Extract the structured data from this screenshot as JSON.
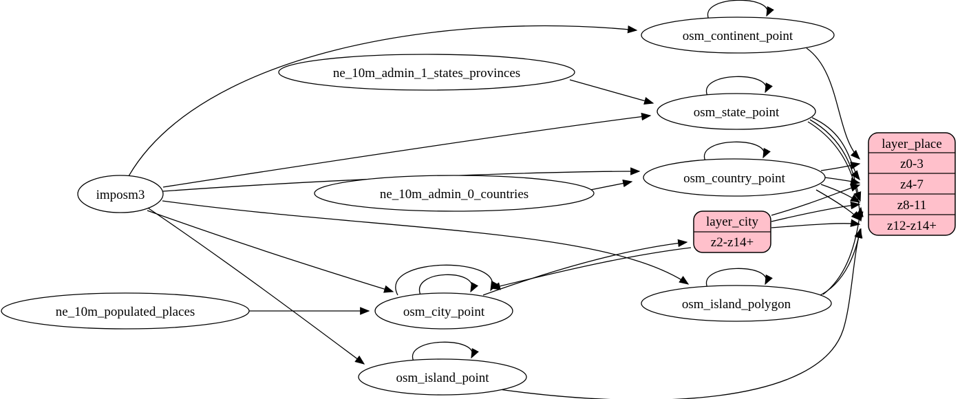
{
  "diagram": {
    "type": "etl-graph",
    "colors": {
      "background": "#ffffff",
      "node_fill": "#ffffff",
      "record_fill": "#ffc0cb",
      "stroke": "#000000"
    },
    "nodes": {
      "imposm3": {
        "label": "imposm3",
        "shape": "ellipse"
      },
      "ne_10m_admin_1_states_provinces": {
        "label": "ne_10m_admin_1_states_provinces",
        "shape": "ellipse"
      },
      "ne_10m_admin_0_countries": {
        "label": "ne_10m_admin_0_countries",
        "shape": "ellipse"
      },
      "ne_10m_populated_places": {
        "label": "ne_10m_populated_places",
        "shape": "ellipse"
      },
      "osm_continent_point": {
        "label": "osm_continent_point",
        "shape": "ellipse"
      },
      "osm_state_point": {
        "label": "osm_state_point",
        "shape": "ellipse"
      },
      "osm_country_point": {
        "label": "osm_country_point",
        "shape": "ellipse"
      },
      "osm_city_point": {
        "label": "osm_city_point",
        "shape": "ellipse"
      },
      "osm_island_polygon": {
        "label": "osm_island_polygon",
        "shape": "ellipse"
      },
      "osm_island_point": {
        "label": "osm_island_point",
        "shape": "ellipse"
      }
    },
    "records": {
      "layer_city": {
        "title": "layer_city",
        "rows": [
          "z2-z14+"
        ]
      },
      "layer_place": {
        "title": "layer_place",
        "rows": [
          "z0-3",
          "z4-7",
          "z8-11",
          "z12-z14+"
        ]
      }
    },
    "edges": [
      {
        "from": "imposm3",
        "to": "osm_continent_point"
      },
      {
        "from": "imposm3",
        "to": "osm_state_point"
      },
      {
        "from": "imposm3",
        "to": "osm_country_point"
      },
      {
        "from": "imposm3",
        "to": "osm_city_point"
      },
      {
        "from": "imposm3",
        "to": "osm_island_polygon"
      },
      {
        "from": "imposm3",
        "to": "osm_island_point"
      },
      {
        "from": "ne_10m_admin_1_states_provinces",
        "to": "osm_state_point"
      },
      {
        "from": "ne_10m_admin_0_countries",
        "to": "osm_country_point"
      },
      {
        "from": "ne_10m_populated_places",
        "to": "osm_city_point"
      },
      {
        "from": "osm_continent_point",
        "to": "osm_continent_point",
        "self_loop": true
      },
      {
        "from": "osm_state_point",
        "to": "osm_state_point",
        "self_loop": true
      },
      {
        "from": "osm_country_point",
        "to": "osm_country_point",
        "self_loop": true
      },
      {
        "from": "osm_city_point",
        "to": "osm_city_point",
        "self_loop": true
      },
      {
        "from": "osm_city_point",
        "to": "osm_city_point",
        "self_loop": true
      },
      {
        "from": "osm_island_polygon",
        "to": "osm_island_polygon",
        "self_loop": true
      },
      {
        "from": "osm_island_point",
        "to": "osm_island_point",
        "self_loop": true
      },
      {
        "from": "osm_continent_point",
        "to": "layer_place:z0-3"
      },
      {
        "from": "osm_country_point",
        "to": "layer_place:z0-3"
      },
      {
        "from": "osm_country_point",
        "to": "layer_place:z4-7"
      },
      {
        "from": "osm_country_point",
        "to": "layer_place:z8-11"
      },
      {
        "from": "osm_country_point",
        "to": "layer_place:z12-z14+"
      },
      {
        "from": "osm_state_point",
        "to": "layer_place:z4-7"
      },
      {
        "from": "osm_state_point",
        "to": "layer_place:z8-11"
      },
      {
        "from": "osm_state_point",
        "to": "layer_place:z12-z14+"
      },
      {
        "from": "osm_city_point",
        "to": "layer_city:z2-z14+"
      },
      {
        "from": "layer_city",
        "to": "osm_city_point"
      },
      {
        "from": "layer_city",
        "to": "layer_place:z4-7"
      },
      {
        "from": "layer_city",
        "to": "layer_place:z8-11"
      },
      {
        "from": "layer_city",
        "to": "layer_place:z12-z14+"
      },
      {
        "from": "osm_island_polygon",
        "to": "layer_place:z8-11"
      },
      {
        "from": "osm_island_polygon",
        "to": "layer_place:z12-z14+"
      },
      {
        "from": "osm_island_point",
        "to": "layer_place:z12-z14+"
      }
    ]
  }
}
